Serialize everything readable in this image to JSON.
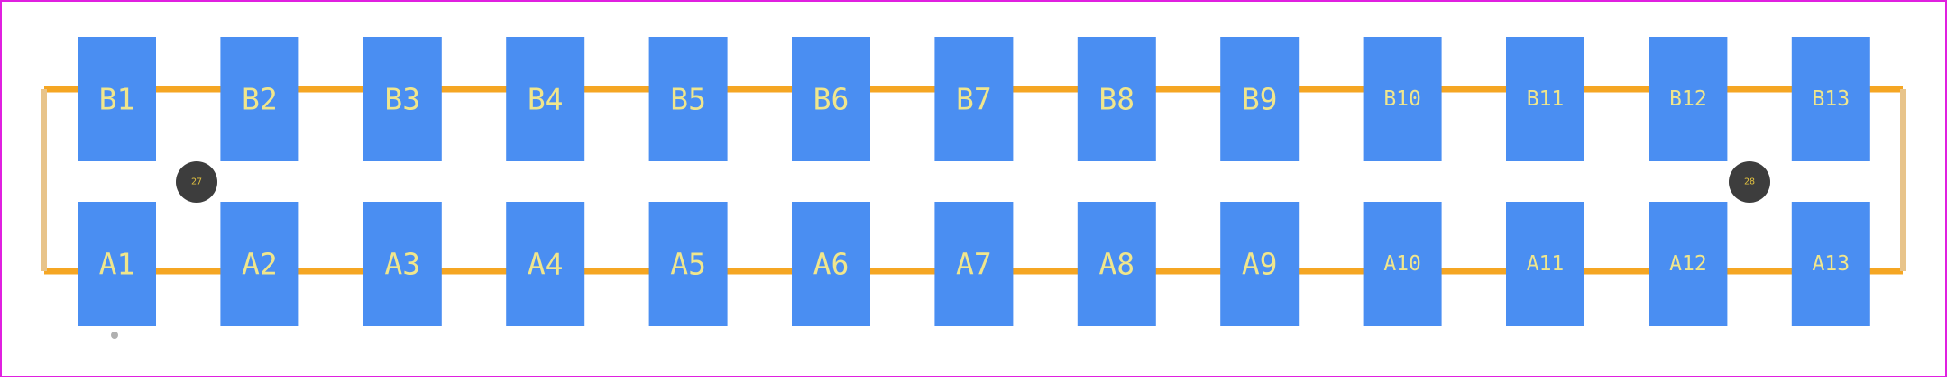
{
  "colors": {
    "background": "#ffffff",
    "board_outline": "#e020e0",
    "silkscreen": "#f5a623",
    "silkscreen_edge": "#e8c48a",
    "pad": "#4a8ef2",
    "pad_label": "#f0e68c",
    "mount_hole": "#3d3d3d",
    "mount_hole_label": "#e0c040",
    "pin1_marker": "#b0b0b0"
  },
  "pads": {
    "top_row": [
      "B1",
      "B2",
      "B3",
      "B4",
      "B5",
      "B6",
      "B7",
      "B8",
      "B9",
      "B10",
      "B11",
      "B12",
      "B13"
    ],
    "bottom_row": [
      "A1",
      "A2",
      "A3",
      "A4",
      "A5",
      "A6",
      "A7",
      "A8",
      "A9",
      "A10",
      "A11",
      "A12",
      "A13"
    ]
  },
  "mount_holes": [
    {
      "label": "27",
      "side": "left"
    },
    {
      "label": "28",
      "side": "right"
    }
  ]
}
